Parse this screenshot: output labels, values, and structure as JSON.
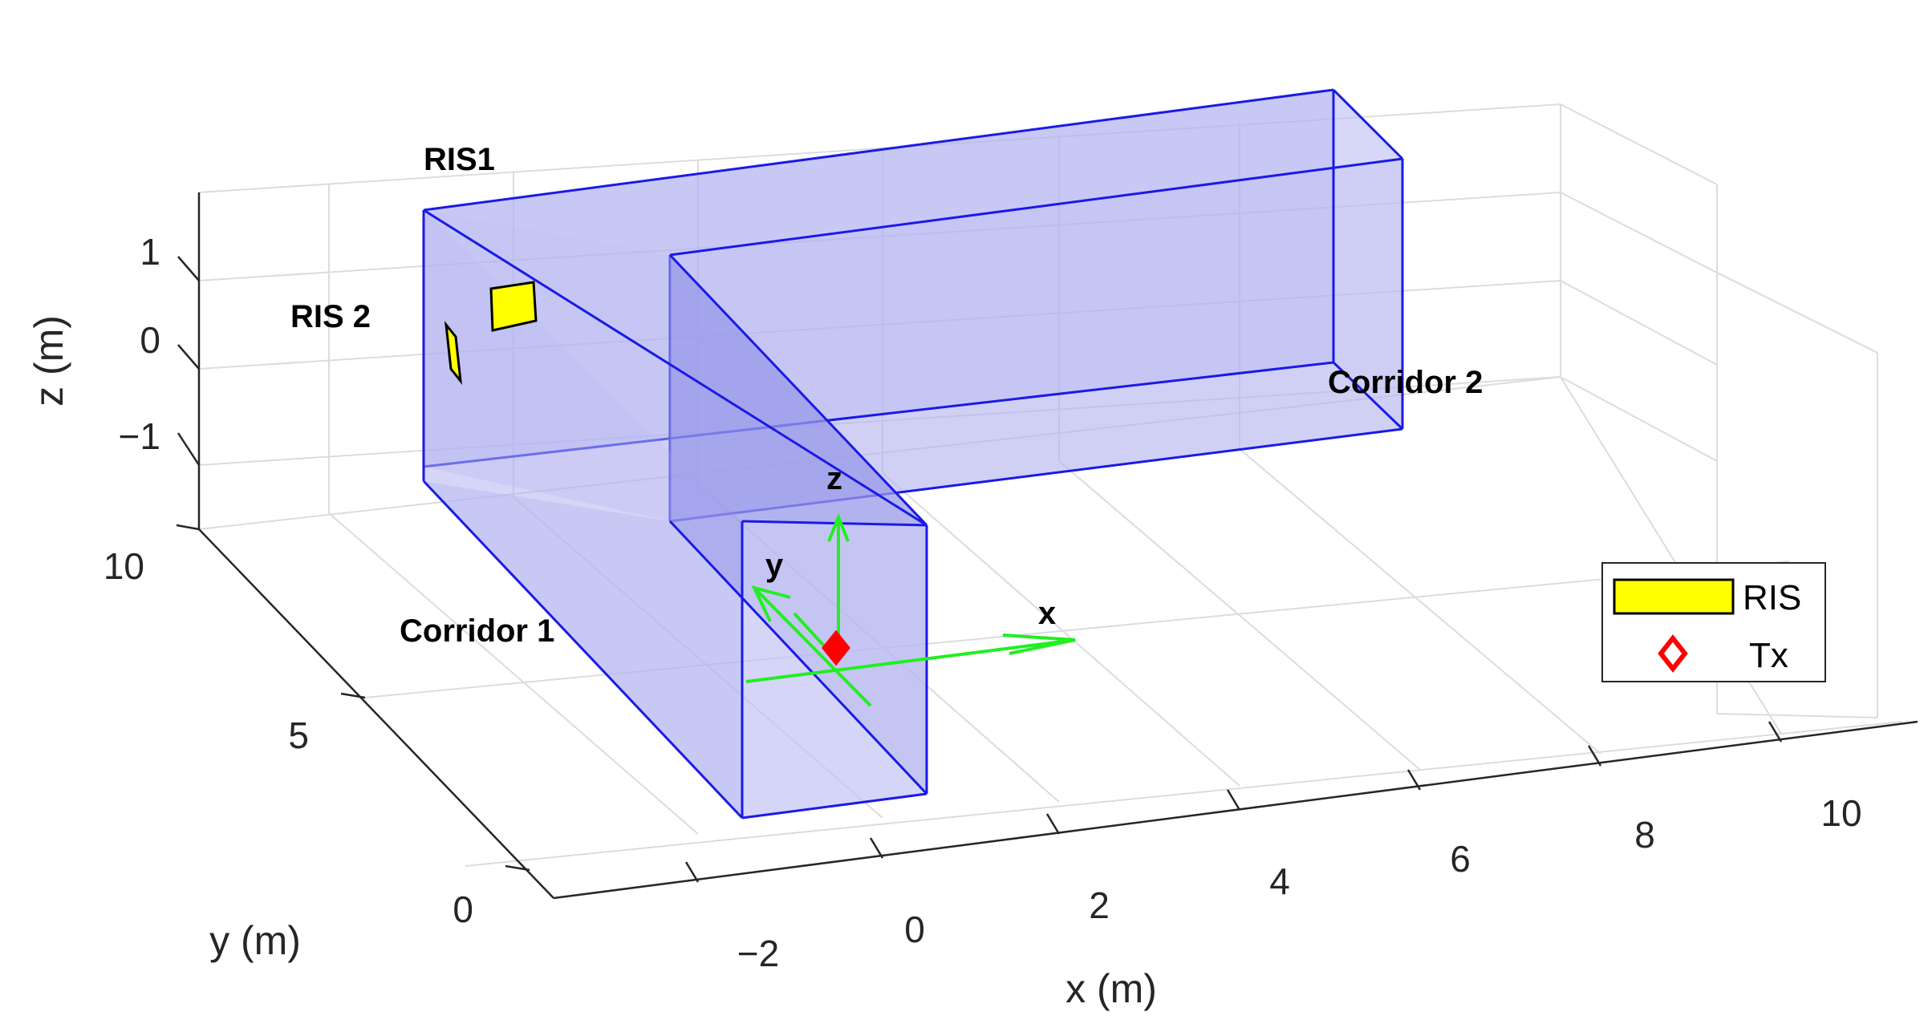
{
  "axes": {
    "x_label": "x (m)",
    "y_label": "y (m)",
    "z_label": "z (m)",
    "x_ticks": [
      "−2",
      "0",
      "2",
      "4",
      "6",
      "8",
      "10"
    ],
    "y_ticks": [
      "0",
      "5",
      "10"
    ],
    "z_ticks": [
      "−1",
      "0",
      "1"
    ]
  },
  "annotations": {
    "ris1": "RIS1",
    "ris2": "RIS 2",
    "corridor1": "Corridor 1",
    "corridor2": "Corridor 2"
  },
  "local_axes": {
    "x": "x",
    "y": "y",
    "z": "z"
  },
  "legend": {
    "ris": "RIS",
    "tx": "Tx"
  },
  "colors": {
    "corridor_fill": "#b3b3f0",
    "corridor_edge": "#1a1ae6",
    "ris_fill": "#ffff00",
    "tx_marker": "#ff0000",
    "local_axes": "#22ee22",
    "grid": "#dcdcdc"
  }
}
